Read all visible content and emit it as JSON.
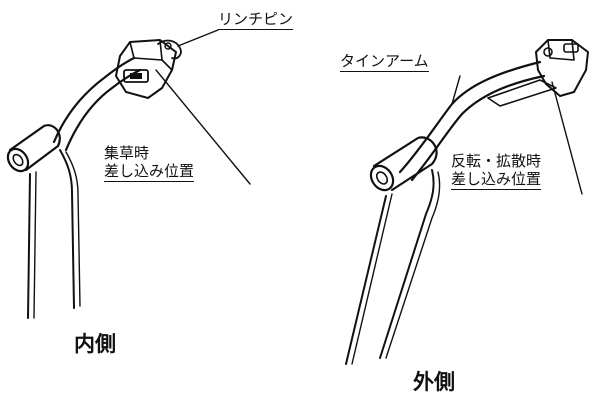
{
  "labels": {
    "linch_pin": "リンチピン",
    "tine_arm": "タインアーム",
    "collect_line1": "集草時",
    "collect_line2": "差し込み位置",
    "spread_line1": "反転・拡散時",
    "spread_line2": "差し込み位置",
    "inner": "内側",
    "outer": "外側"
  }
}
